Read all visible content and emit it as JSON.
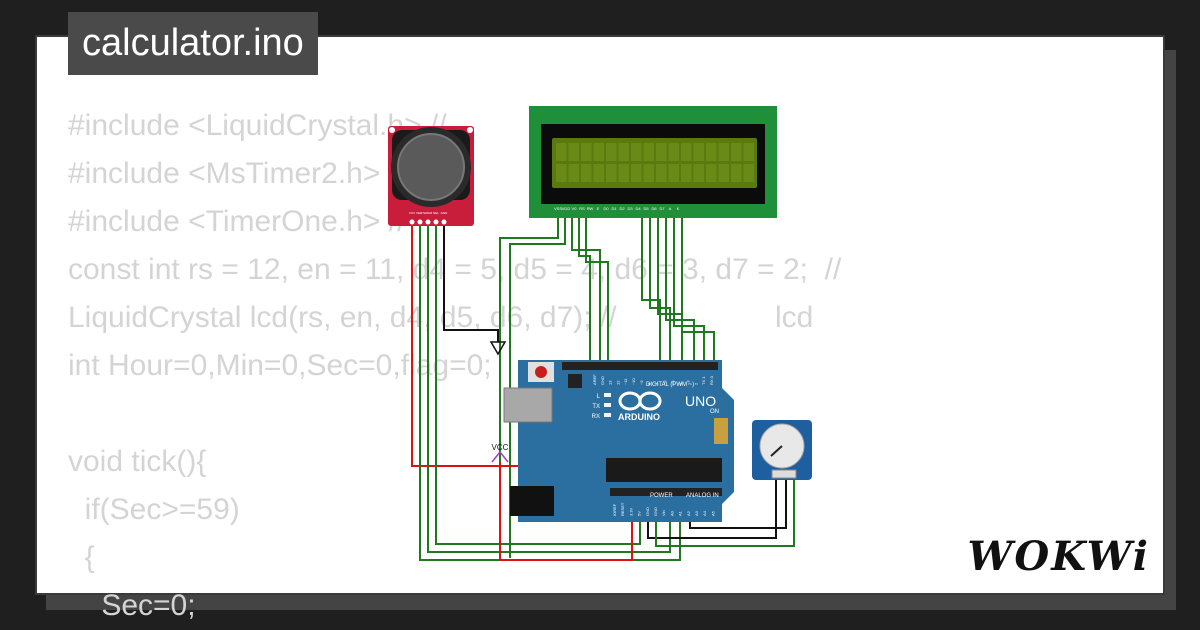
{
  "file_title": "calculator.ino",
  "brand": "WOKWi",
  "code_lines": [
    "#include <LiquidCrystal.h> //",
    "#include <MsTimer2.h> //",
    "#include <TimerOne.h> //",
    "const int rs = 12, en = 11, d4 = 5, d5 = 4, d6 = 3, d7 = 2;  //",
    "LiquidCrystal lcd(rs, en, d4, d5, d6, d7); //                   lcd",
    "int Hour=0,Min=0,Sec=0,flag=0;",
    "",
    "void tick(){",
    "  if(Sec>=59)",
    "  {",
    "    Sec=0;"
  ],
  "board": {
    "brand_label": "ARDUINO",
    "model_label": "UNO",
    "digital_label": "DIGITAL (PWM ~)",
    "power_label": "POWER",
    "analog_label": "ANALOG IN",
    "on_label": "ON",
    "led_labels": [
      "L",
      "TX",
      "RX"
    ],
    "header_pins_top": [
      "AREF",
      "GND",
      "13",
      "12",
      "~11",
      "~10",
      "~9",
      "8",
      "7",
      "~6",
      "~5",
      "4",
      "~3",
      "2",
      "TX 1",
      "RX 0"
    ],
    "header_pins_bottom": [
      "IOREF",
      "RESET",
      "3.3V",
      "5V",
      "GND",
      "GND",
      "Vin",
      "A0",
      "A1",
      "A2",
      "A3",
      "A4",
      "A5"
    ]
  },
  "lcd": {
    "pin_labels": [
      "VSS",
      "VDD",
      "V0",
      "RS",
      "RW",
      "E",
      "D0",
      "D1",
      "D2",
      "D3",
      "D4",
      "D5",
      "D6",
      "D7",
      "A",
      "K"
    ]
  },
  "vcc_label": "VCC",
  "joystick_labels": [
    "VCC",
    "VERT",
    "HORZ",
    "SEL",
    "GND"
  ],
  "colors": {
    "wire_green": "#1f7a1f",
    "wire_red": "#e01010",
    "wire_black": "#111111",
    "board_blue": "#2a6fa0",
    "lcd_green": "#1f8f3a",
    "lcd_screen": "#5a7a10",
    "joystick_red": "#c81e3c",
    "pot_blue": "#1e5fa0"
  }
}
